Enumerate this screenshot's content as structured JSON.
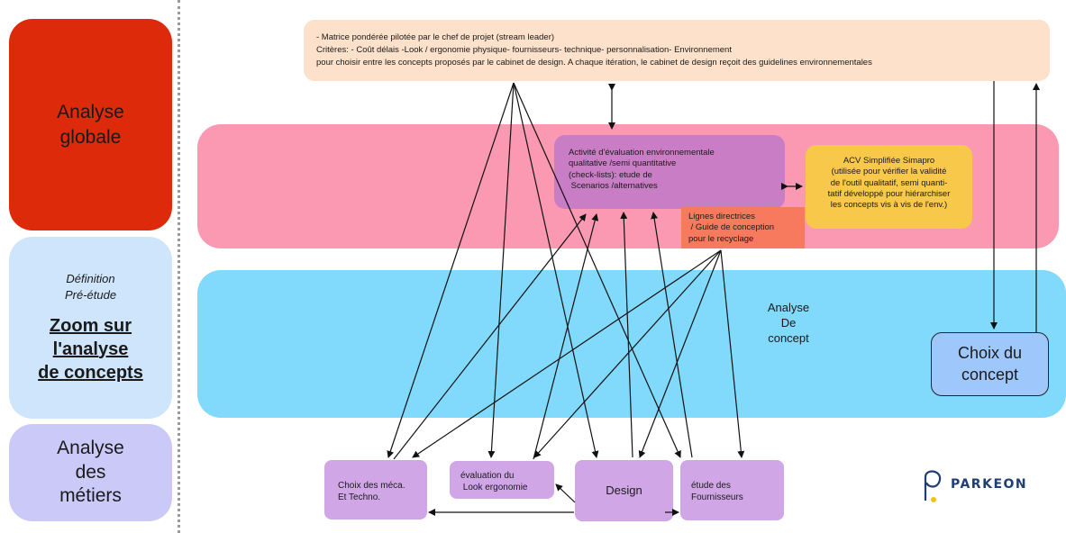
{
  "sidebar": {
    "analyse_globale": [
      "Analyse",
      "globale"
    ],
    "definition": [
      "Définition",
      "Pré-étude"
    ],
    "zoom": [
      "Zoom sur",
      "l'analyse",
      "de concepts"
    ],
    "metiers": [
      "Analyse",
      "des",
      "métiers"
    ]
  },
  "top_box": {
    "line1": "- Matrice pondérée pilotée par le chef de projet (stream leader)",
    "line2": "Critères: - Coût délais -Look / ergonomie physique- fournisseurs- technique- personnalisation- Environnement",
    "line3": "pour choisir entre les concepts proposés par le cabinet de design. A chaque itération, le cabinet de design reçoit des guidelines environnementales"
  },
  "eval_box": [
    "Activité d'évaluation environnementale",
    "qualitative /semi quantitative",
    "(check-lists): etude de",
    " Scenarios /alternatives"
  ],
  "acv_box": [
    "ACV Simplifiée Simapro",
    "(utilisée pour vérifier la validité",
    "de l'outil qualitatif, semi quanti-",
    "tatif développé pour hiérarchiser",
    "les concepts vis à vis de l'env.)"
  ],
  "lignes_box": [
    "Lignes directrices",
    " / Guide de conception",
    "pour le recyclage"
  ],
  "analyse_concept": [
    "Analyse",
    "De",
    "concept"
  ],
  "choix_concept": [
    "Choix du",
    "concept"
  ],
  "bottom": {
    "meca": [
      "Choix des méca.",
      "Et Techno."
    ],
    "look": [
      "évaluation du",
      " Look ergonomie"
    ],
    "design": "Design",
    "fournisseurs": [
      "étude des",
      "Fournisseurs"
    ]
  },
  "logo": {
    "text": "PARKEON",
    "color": "#1f3e73",
    "accent": "#f5c400"
  },
  "colors": {
    "red": "#dd2a0a",
    "light_blue": "#cfe5fb",
    "lavender": "#cbc9f8",
    "pink": "#fc99b2",
    "cyan": "#81d9fb",
    "peach": "#fde1ca",
    "orchid": "#c97dc5",
    "yellow": "#f7c84a",
    "salmon": "#f77a5e",
    "blue_box": "#9ec8fc",
    "purple_box": "#d0a6e7"
  }
}
